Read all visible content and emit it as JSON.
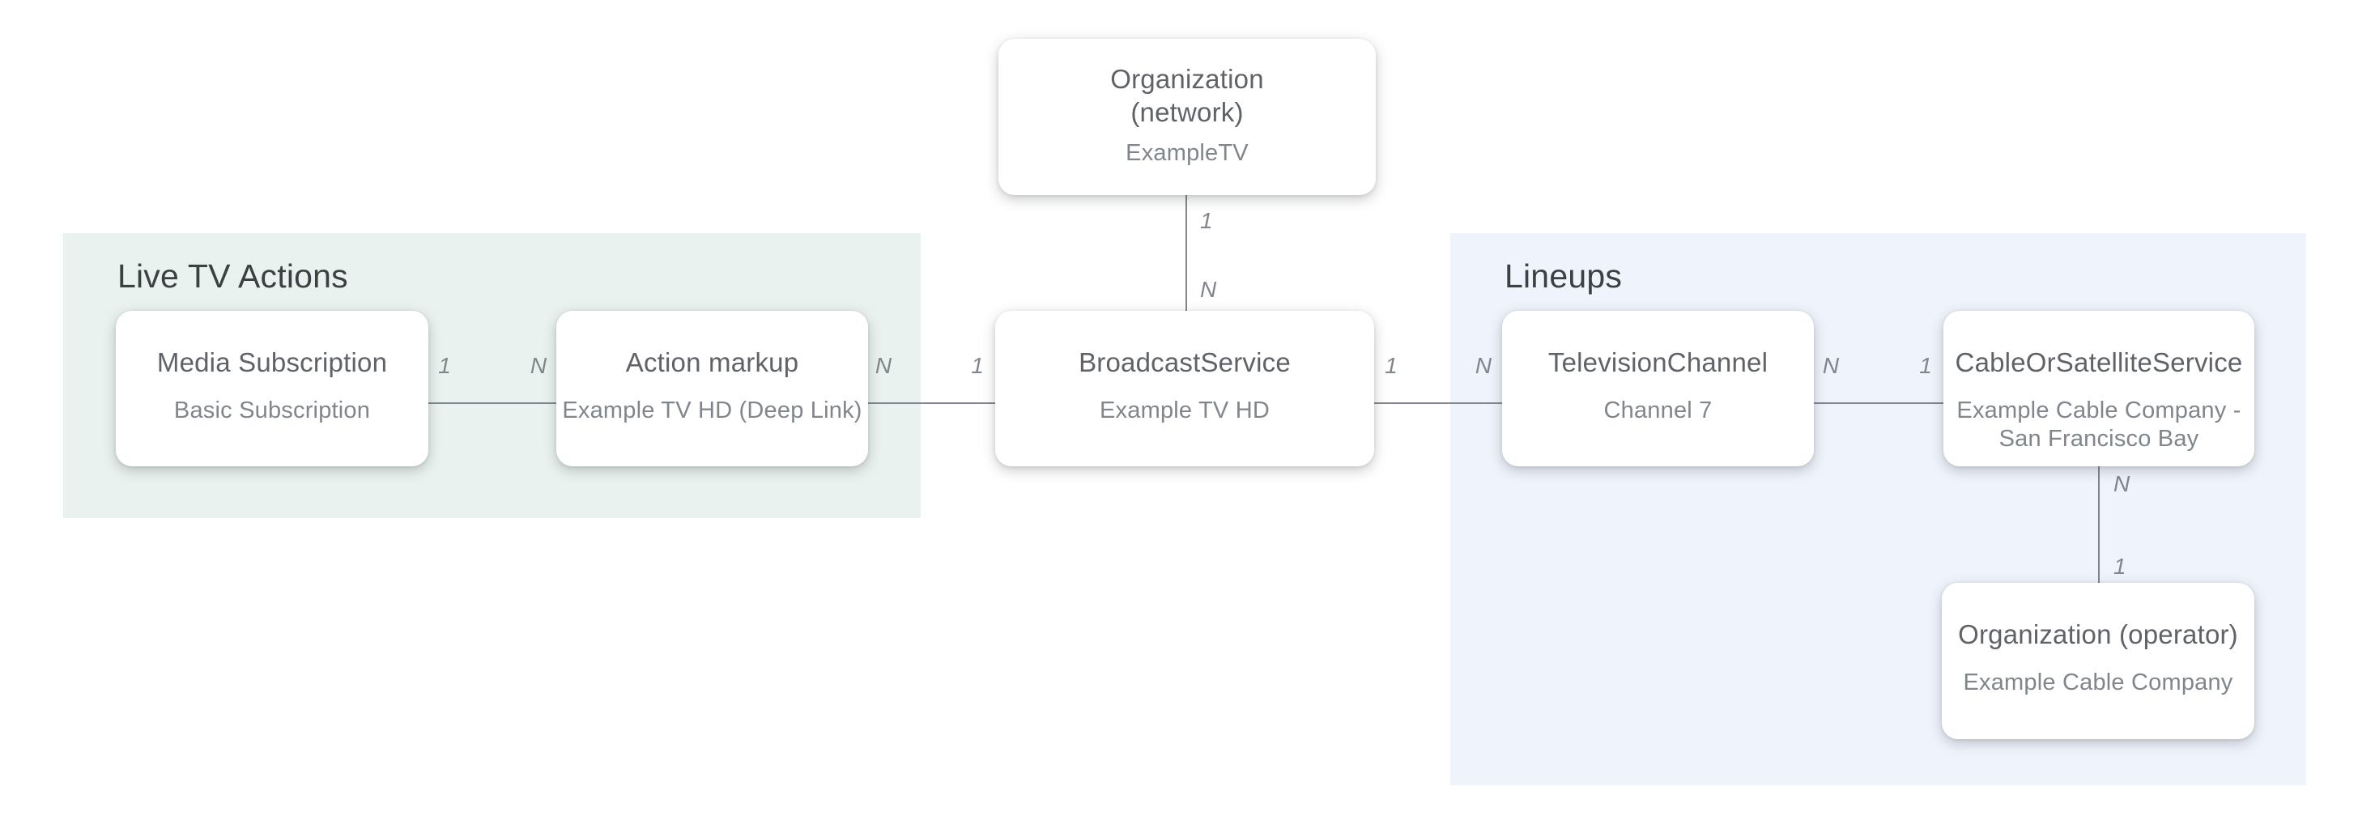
{
  "diagram": {
    "groups": {
      "live_tv_actions": {
        "label": "Live TV Actions"
      },
      "lineups": {
        "label": "Lineups"
      }
    },
    "nodes": {
      "organization_network": {
        "title": "Organization\n(network)",
        "subtitle": "ExampleTV"
      },
      "media_subscription": {
        "title": "Media Subscription",
        "subtitle": "Basic Subscription"
      },
      "action_markup": {
        "title": "Action markup",
        "subtitle": "Example TV HD (Deep Link)"
      },
      "broadcast_service": {
        "title": "BroadcastService",
        "subtitle": "Example TV HD"
      },
      "television_channel": {
        "title": "TelevisionChannel",
        "subtitle": "Channel 7"
      },
      "cable_or_satellite_service": {
        "title": "CableOrSatelliteService",
        "subtitle": "Example Cable Company -\nSan Francisco Bay"
      },
      "organization_operator": {
        "title": "Organization (operator)",
        "subtitle": "Example Cable Company"
      }
    },
    "edges": {
      "network_to_broadcast": {
        "start": "1",
        "end": "N"
      },
      "subscription_to_markup": {
        "start": "1",
        "end": "N"
      },
      "markup_to_broadcast": {
        "start": "N",
        "end": "1"
      },
      "broadcast_to_channel": {
        "start": "1",
        "end": "N"
      },
      "channel_to_cable": {
        "start": "N",
        "end": "1"
      },
      "cable_to_operator": {
        "start": "N",
        "end": "1"
      }
    },
    "colors": {
      "live_tv_actions_bg": "#e9f2ee",
      "lineups_bg": "#eff3fc",
      "node_bg": "#ffffff",
      "node_title_text": "#5f6368",
      "node_subtitle_text": "#80868b",
      "group_label_text": "#3c4043",
      "edge_line": "#80868b"
    }
  }
}
